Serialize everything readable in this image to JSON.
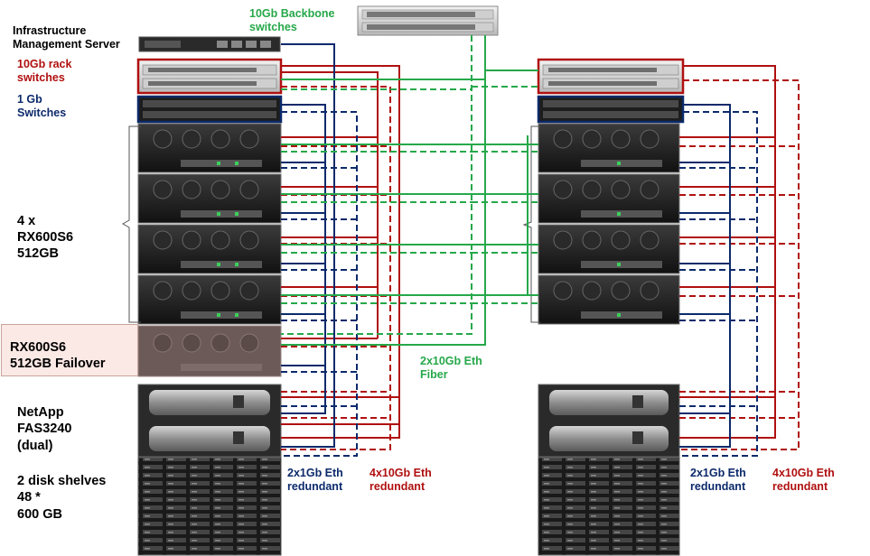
{
  "labels": {
    "mgmt_server": "Infrastructure\nManagement  Server",
    "rack_switches_10gb": "10Gb rack\nswitches",
    "switches_1gb": "1 Gb\nSwitches",
    "backbone_switches": "10Gb Backbone\nswitches",
    "rx600_group": "4 x\nRX600S6\n512GB",
    "rx600_failover": "RX600S6\n512GB Failover",
    "eth_fiber": "2x10Gb Eth\nFiber",
    "netapp": "NetApp\nFAS3240\n(dual)",
    "disk_shelves": "2 disk shelves\n48 *\n600 GB",
    "eth_1gb_left": "2x1Gb Eth\nredundant",
    "eth_10gb_left": "4x10Gb Eth\nredundant",
    "eth_1gb_right": "2x1Gb Eth\nredundant",
    "eth_10gb_right": "4x10Gb Eth\nredundant"
  },
  "colors": {
    "link_10gb": "#b01010",
    "link_1gb": "#0c2a6b",
    "link_backbone": "#26a84a",
    "failover_bg": "#fbe9e5"
  }
}
